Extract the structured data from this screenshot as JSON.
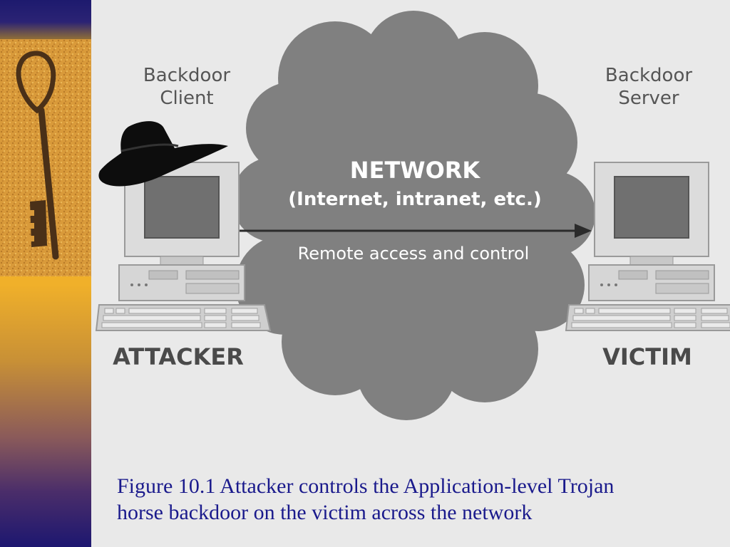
{
  "slide": {
    "colors": {
      "background": "#e9e9e9",
      "caption": "#1a1a8c",
      "cloud": "#808080",
      "sidebar_gold": "#f0b02a",
      "sidebar_navy": "#1d1a6e"
    },
    "icons": [
      "key-photo",
      "network-cloud",
      "fedora-hat",
      "desktop-computer"
    ]
  },
  "diagram": {
    "client_label": [
      "Backdoor",
      "Client"
    ],
    "server_label": [
      "Backdoor",
      "Server"
    ],
    "network_title": "NETWORK",
    "network_subtitle": "(Internet, intranet, etc.)",
    "arrow_label": "Remote access and control",
    "attacker_label": "ATTACKER",
    "victim_label": "VICTIM"
  },
  "caption": {
    "line1": "Figure 10.1  Attacker controls the Application-level Trojan",
    "line2": "horse backdoor on the victim across the network"
  }
}
